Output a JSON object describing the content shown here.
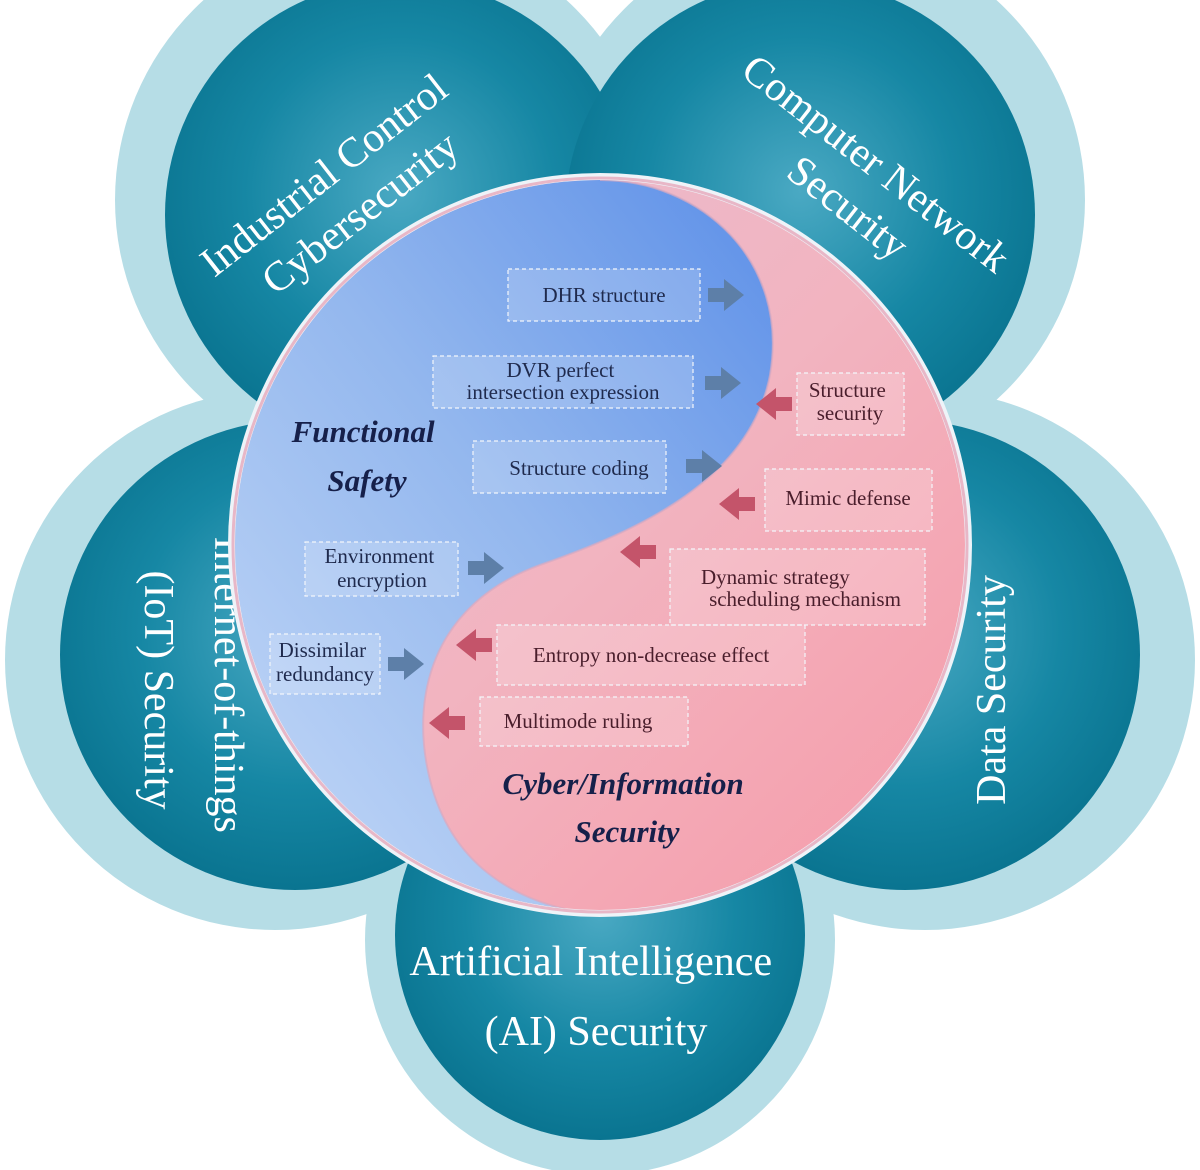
{
  "petals": [
    {
      "id": "industrial",
      "lines": [
        "Industrial Control",
        "Cybersecurity"
      ]
    },
    {
      "id": "network",
      "lines": [
        "Computer Network",
        "Security"
      ]
    },
    {
      "id": "data",
      "lines": [
        "Data Security"
      ]
    },
    {
      "id": "ai",
      "lines": [
        "Artificial Intelligence",
        "(AI) Security"
      ]
    },
    {
      "id": "iot",
      "lines": [
        "Internet-of-things",
        "(IoT) Security"
      ]
    }
  ],
  "center": {
    "functional_title": [
      "Functional",
      "Safety"
    ],
    "cyber_title": [
      "Cyber/Information",
      "Security"
    ]
  },
  "functional_items": [
    {
      "lines": [
        "DHR structure"
      ]
    },
    {
      "lines": [
        "DVR  perfect",
        "intersection expression"
      ]
    },
    {
      "lines": [
        "Structure coding"
      ]
    },
    {
      "lines": [
        "Environment",
        "encryption"
      ]
    },
    {
      "lines": [
        "Dissimilar",
        "redundancy"
      ]
    }
  ],
  "security_items": [
    {
      "lines": [
        "Structure",
        "security"
      ]
    },
    {
      "lines": [
        "Mimic defense"
      ]
    },
    {
      "lines": [
        "Dynamic strategy",
        "scheduling mechanism"
      ]
    },
    {
      "lines": [
        "Entropy non-decrease effect"
      ]
    },
    {
      "lines": [
        "Multimode ruling"
      ]
    }
  ],
  "colors": {
    "petal_outer": "#a9d6df",
    "petal_inner": "#0e7d99",
    "functional_blue": "#6f9ff0",
    "security_pink": "#f4a3b0",
    "arrow_blue": "#5d7fa8",
    "arrow_red": "#c4546a"
  }
}
